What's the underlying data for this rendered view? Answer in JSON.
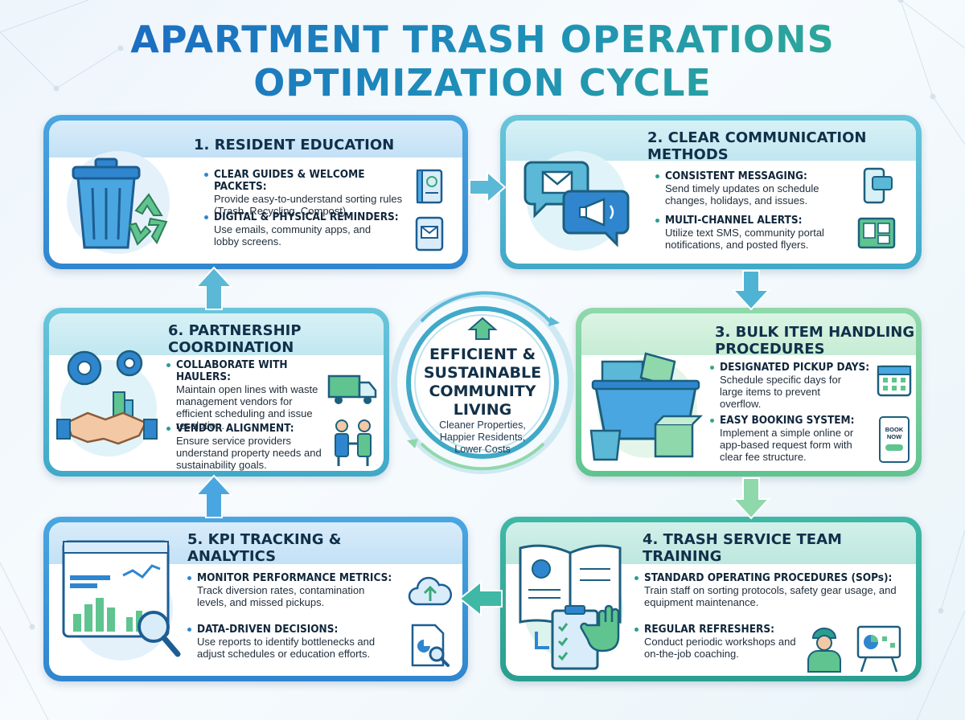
{
  "title": {
    "line1": "APARTMENT TRASH OPERATIONS",
    "line2": "OPTIMIZATION CYCLE"
  },
  "center": {
    "headline_line1": "EFFICIENT &",
    "headline_line2": "SUSTAINABLE",
    "headline_line3": "COMMUNITY",
    "headline_line4": "LIVING",
    "sub_line1": "Cleaner Properties,",
    "sub_line2": "Happier Residents,",
    "sub_line3": "Lower Costs"
  },
  "steps": [
    {
      "title_line1": "1. RESIDENT EDUCATION",
      "title_line2": "",
      "items": [
        {
          "heading": "CLEAR GUIDES & WELCOME PACKETS:",
          "text_line1": "Provide easy-to-understand sorting rules",
          "text_line2": "(Trash, Recycling, Compost).",
          "text_line3": ""
        },
        {
          "heading": "DIGITAL & PHYSICAL REMINDERS:",
          "text_line1": "Use emails, community apps, and",
          "text_line2": "lobby screens.",
          "text_line3": ""
        }
      ]
    },
    {
      "title_line1": "2. CLEAR COMMUNICATION",
      "title_line2": "METHODS",
      "items": [
        {
          "heading": "CONSISTENT MESSAGING:",
          "text_line1": "Send timely updates on schedule",
          "text_line2": "changes, holidays, and issues.",
          "text_line3": ""
        },
        {
          "heading": "MULTI-CHANNEL ALERTS:",
          "text_line1": "Utilize text SMS, community portal",
          "text_line2": "notifications, and posted flyers.",
          "text_line3": ""
        }
      ]
    },
    {
      "title_line1": "3. BULK ITEM HANDLING",
      "title_line2": "PROCEDURES",
      "items": [
        {
          "heading": "DESIGNATED PICKUP DAYS:",
          "text_line1": "Schedule specific days for",
          "text_line2": "large items to prevent",
          "text_line3": "overflow."
        },
        {
          "heading": "EASY BOOKING SYSTEM:",
          "text_line1": "Implement a simple online or",
          "text_line2": "app-based request form with",
          "text_line3": "clear fee structure."
        }
      ],
      "tablet_text_line1": "BOOK",
      "tablet_text_line2": "NOW"
    },
    {
      "title_line1": "4. TRASH SERVICE TEAM",
      "title_line2": "TRAINING",
      "items": [
        {
          "heading": "STANDARD OPERATING PROCEDURES (SOPs):",
          "text_line1": "Train staff on sorting protocols, safety gear usage, and",
          "text_line2": "equipment maintenance.",
          "text_line3": ""
        },
        {
          "heading": "REGULAR REFRESHERS:",
          "text_line1": "Conduct periodic workshops and",
          "text_line2": "on-the-job coaching.",
          "text_line3": ""
        }
      ]
    },
    {
      "title_line1": "5. KPI TRACKING &",
      "title_line2": "ANALYTICS",
      "items": [
        {
          "heading": "MONITOR PERFORMANCE METRICS:",
          "text_line1": "Track diversion rates, contamination",
          "text_line2": "levels, and missed pickups.",
          "text_line3": ""
        },
        {
          "heading": "DATA-DRIVEN DECISIONS:",
          "text_line1": "Use reports to identify bottlenecks and",
          "text_line2": "adjust schedules or education efforts.",
          "text_line3": ""
        }
      ]
    },
    {
      "title_line1": "6. PARTNERSHIP",
      "title_line2": "COORDINATION",
      "items": [
        {
          "heading": "COLLABORATE WITH HAULERS:",
          "text_line1": "Maintain open lines with waste",
          "text_line2": "management vendors for",
          "text_line3": "efficient scheduling and issue",
          "text_line4": "resolution."
        },
        {
          "heading": "VENDOR ALIGNMENT:",
          "text_line1": "Ensure service providers",
          "text_line2": "understand property needs and",
          "text_line3": "sustainability goals."
        }
      ]
    }
  ],
  "colors": {
    "blue": "#2f86cf",
    "teal": "#3fa9c8",
    "green": "#5fc48f",
    "dark_teal": "#2a9e90",
    "navy_text": "#10304a"
  }
}
